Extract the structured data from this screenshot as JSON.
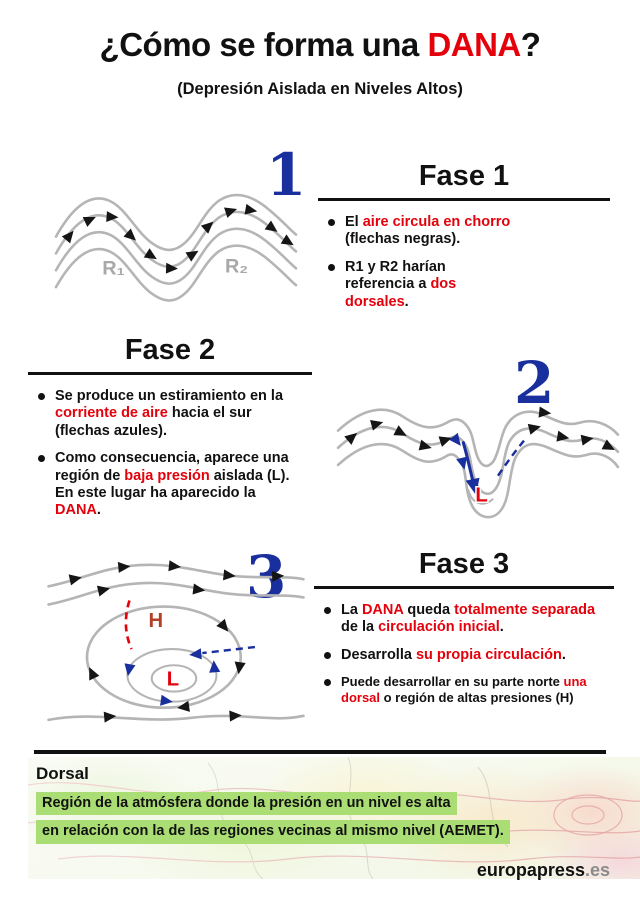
{
  "colors": {
    "red": "#e4010b",
    "blue": "#1a2f9e",
    "gray_line": "#b5b5b5",
    "green_highlight": "#abdd75",
    "h_label": "#b5402a"
  },
  "title": {
    "prefix": "¿Cómo se forma una ",
    "highlight": "DANA",
    "suffix": "?",
    "subtitle": "(Depresión Aislada en Niveles Altos)"
  },
  "fase1": {
    "number": "1",
    "heading": "Fase 1",
    "diagram": {
      "r1": "R₁",
      "r2": "R₂"
    },
    "bullets": [
      [
        {
          "t": "El "
        },
        {
          "t": "aire circula en chorro",
          "c": "red"
        },
        {
          "t": " (flechas negras)."
        }
      ],
      [
        {
          "t": "R1 y R2 harían referencia a "
        },
        {
          "t": "dos dorsales",
          "c": "red"
        },
        {
          "t": "."
        }
      ]
    ]
  },
  "fase2": {
    "number": "2",
    "heading": "Fase 2",
    "diagram": {
      "low": "L"
    },
    "bullets": [
      [
        {
          "t": "Se produce un estiramiento en la "
        },
        {
          "t": "corriente de aire",
          "c": "red"
        },
        {
          "t": " hacia el sur (flechas azules)."
        }
      ],
      [
        {
          "t": "Como consecuencia, aparece una región de "
        },
        {
          "t": "baja presión",
          "c": "red"
        },
        {
          "t": " aislada (L). En este lugar ha aparecido la "
        },
        {
          "t": "DANA",
          "c": "red"
        },
        {
          "t": "."
        }
      ]
    ]
  },
  "fase3": {
    "number": "3",
    "heading": "Fase 3",
    "diagram": {
      "high": "H",
      "low": "L"
    },
    "bullets": [
      [
        {
          "t": "La "
        },
        {
          "t": "DANA",
          "c": "red"
        },
        {
          "t": " queda "
        },
        {
          "t": "totalmente separada",
          "c": "red"
        },
        {
          "t": " de la "
        },
        {
          "t": "circulación inicial",
          "c": "red"
        },
        {
          "t": "."
        }
      ],
      [
        {
          "t": "Desarrolla "
        },
        {
          "t": "su propia circulación",
          "c": "red"
        },
        {
          "t": "."
        }
      ],
      [
        {
          "t": "Puede desarrollar en su parte norte "
        },
        {
          "t": "una dorsal",
          "c": "red"
        },
        {
          "t": " o región de altas presiones (H)"
        }
      ]
    ]
  },
  "footer": {
    "dorsal_title": "Dorsal",
    "dorsal_lines": [
      "Región de la atmósfera donde la presión en un nivel es alta",
      "en relación con la de las regiones vecinas al mismo nivel (AEMET)."
    ],
    "brand_name": "europapress",
    "brand_tld": ".es"
  }
}
